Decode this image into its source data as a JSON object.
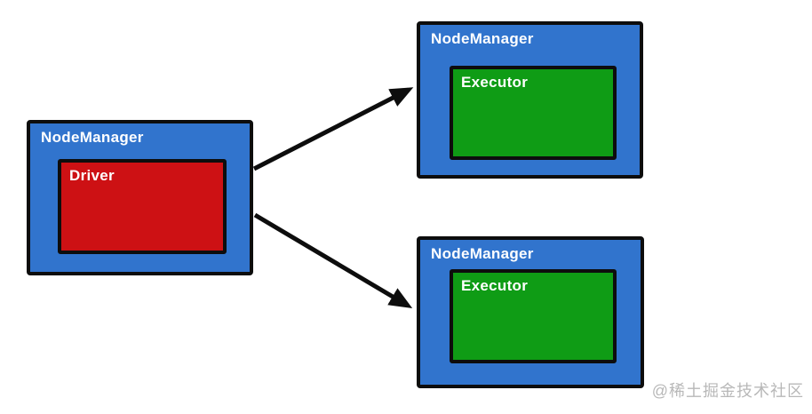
{
  "diagram": {
    "nodes": [
      {
        "title": "NodeManager",
        "inner_label": "Driver"
      },
      {
        "title": "NodeManager",
        "inner_label": "Executor"
      },
      {
        "title": "NodeManager",
        "inner_label": "Executor"
      }
    ],
    "edges": [
      {
        "from": "driver",
        "to": "executor-top"
      },
      {
        "from": "driver",
        "to": "executor-bottom"
      }
    ],
    "colors": {
      "node_fill": "#3174cd",
      "driver_fill": "#cd1114",
      "executor_fill": "#0f9c15",
      "outline": "#0d0d0d",
      "arrow": "#0d0d0d",
      "watermark": "#b8b8b8"
    },
    "watermark": "@稀土掘金技术社区"
  }
}
